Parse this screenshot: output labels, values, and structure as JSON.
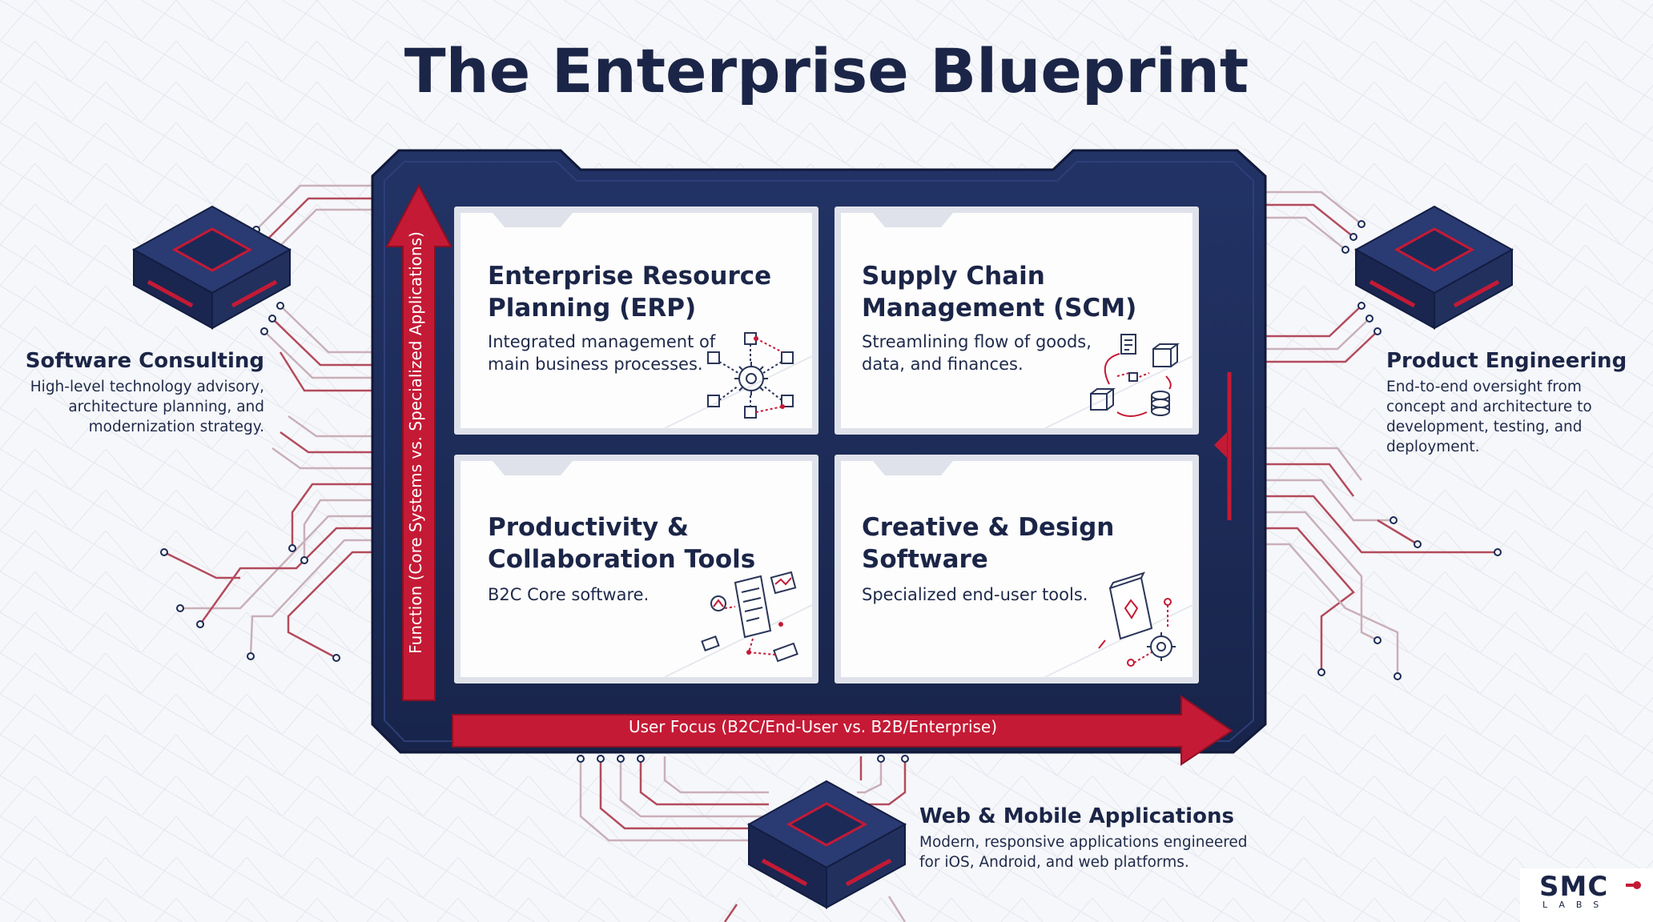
{
  "title": "The Enterprise Blueprint",
  "axes": {
    "x_label": "User Focus (B2C/End-User vs. B2B/Enterprise)",
    "y_label": "Function (Core Systems vs. Specialized Applications)"
  },
  "cards": [
    {
      "title_line1": "Enterprise Resource",
      "title_line2": "Planning (ERP)",
      "desc_line1": "Integrated management of",
      "desc_line2": "main business processes.",
      "icon": "network-gear-icon"
    },
    {
      "title_line1": "Supply Chain",
      "title_line2": "Management (SCM)",
      "desc_line1": "Streamlining flow of goods,",
      "desc_line2": "data, and finances.",
      "icon": "supply-cycle-icon"
    },
    {
      "title_line1": "Productivity &",
      "title_line2": "Collaboration Tools",
      "desc_line1": "B2C Core software.",
      "desc_line2": "",
      "icon": "documents-collaboration-icon"
    },
    {
      "title_line1": "Creative & Design",
      "title_line2": "Software",
      "desc_line1": "Specialized end-user tools.",
      "desc_line2": "",
      "icon": "design-book-gear-icon"
    }
  ],
  "services": {
    "consulting": {
      "title": "Software Consulting",
      "lines": [
        "High-level technology advisory,",
        "architecture planning, and",
        "modernization strategy."
      ]
    },
    "product": {
      "title": "Product Engineering",
      "lines": [
        "End-to-end oversight from",
        "concept and architecture to",
        "development, testing, and",
        "deployment."
      ]
    },
    "web": {
      "title": "Web & Mobile Applications",
      "lines": [
        "Modern, responsive applications engineered",
        "for iOS, Android, and web platforms."
      ]
    }
  },
  "logo": {
    "main": "SMC",
    "sub": "LABS"
  },
  "colors": {
    "navy": "#1b2a55",
    "red": "#c41a35",
    "panel": "#f4f5f8"
  }
}
